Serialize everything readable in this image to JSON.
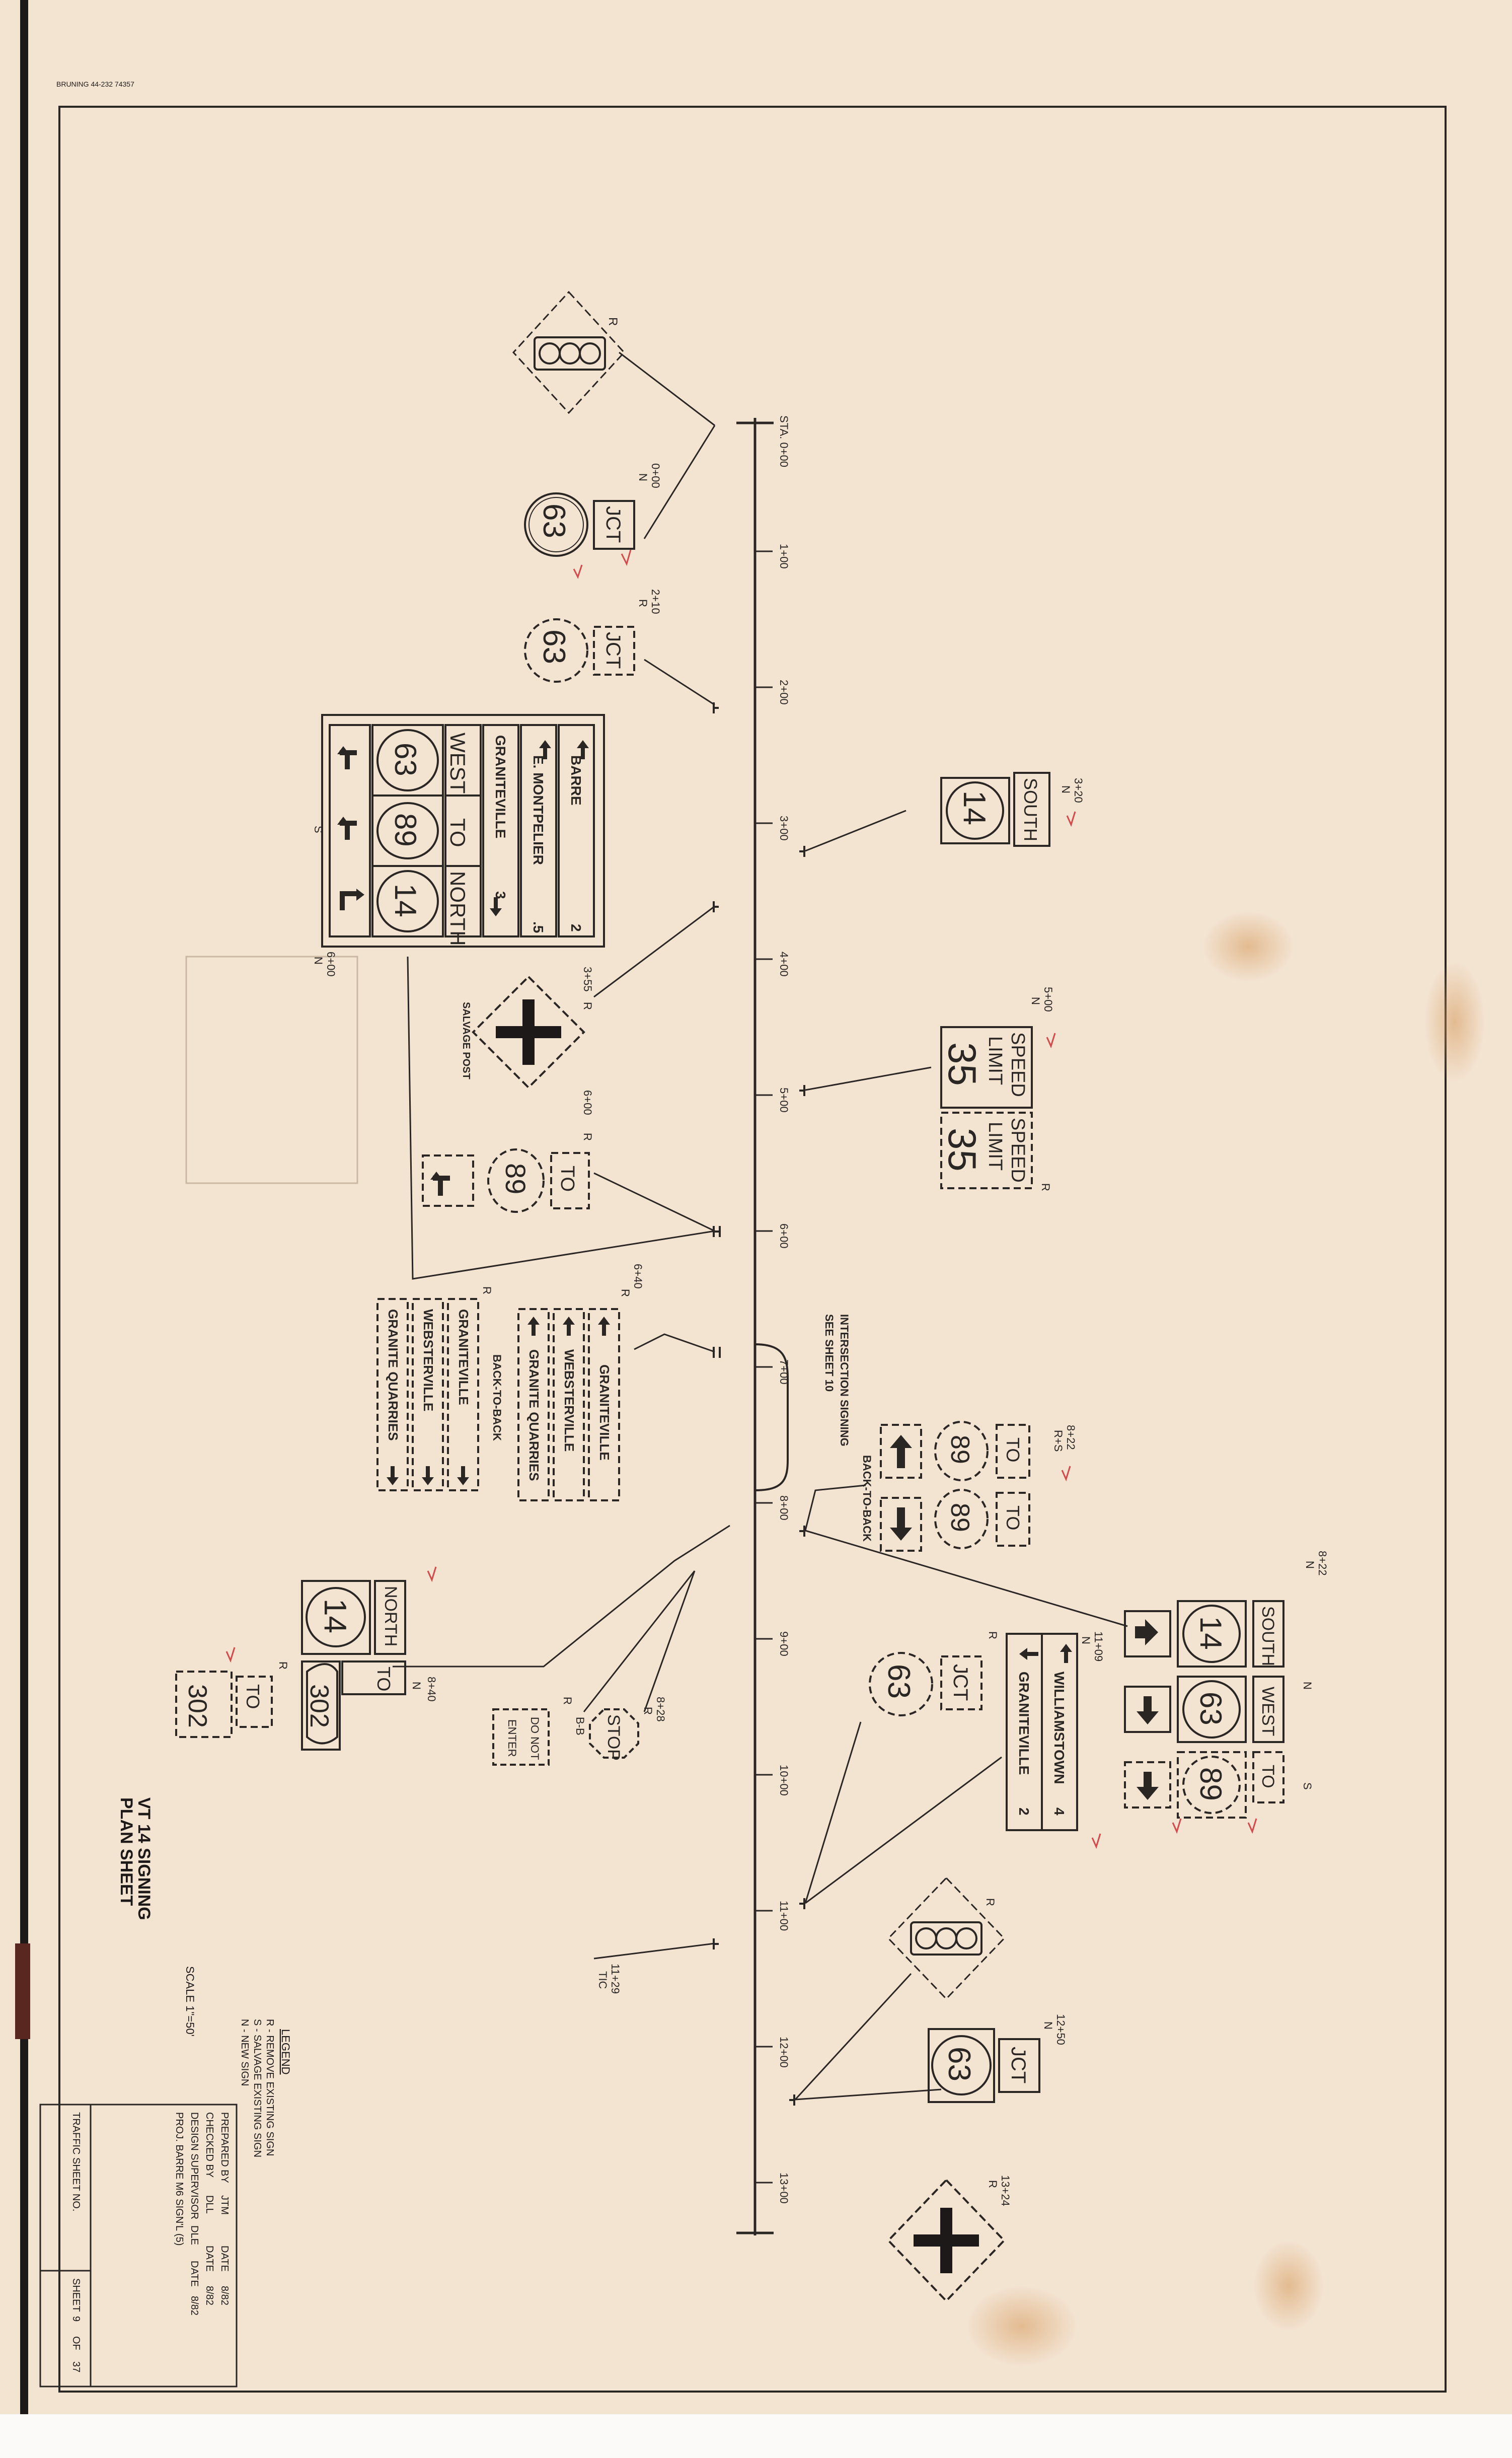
{
  "sheet": {
    "title_line1": "VT 14 SIGNING",
    "title_line2": "PLAN SHEET",
    "bruning": "BRUNING 44-232 74357",
    "scale": "SCALE 1\"=50'",
    "legend": {
      "heading": "LEGEND",
      "r": "R - REMOVE EXISTING SIGN",
      "s": "S - SALVAGE EXISTING SIGN",
      "n": "N - NEW SIGN"
    },
    "block": {
      "prepared": "PREPARED BY",
      "prepared_by": "JTM",
      "checked": "CHECKED BY",
      "checked_by": "DLL",
      "design_supervisor": "DESIGN SUPERVISOR",
      "supervisor": "DLE",
      "date": "DATE",
      "date_value": "8/82",
      "project": "PROJ. BARRE M6 SIGN'L (5)",
      "traffic_sheet": "TRAFFIC SHEET NO.",
      "sheet_label": "SHEET",
      "sheet_num": "9",
      "of_label": "OF",
      "sheet_total": "37"
    }
  },
  "stations": [
    "STA. 0+00",
    "1+00",
    "2+00",
    "3+00",
    "4+00",
    "5+00",
    "6+00",
    "7+00",
    "8+00",
    "9+00",
    "10+00",
    "11+00",
    "12+00",
    "13+00"
  ],
  "notes": {
    "intersection_1": "INTERSECTION SIGNING",
    "intersection_2": "SEE SHEET 10",
    "back_to_back": "BACK-TO-BACK",
    "salvage_post": "SALVAGE POST",
    "tic": "TIC"
  },
  "sign_words": {
    "jct": "JCT",
    "to": "TO",
    "south": "SOUTH",
    "north": "NORTH",
    "west": "WEST",
    "speed": "SPEED",
    "limit": "LIMIT",
    "stop": "STOP",
    "do_not": "DO NOT",
    "enter": "ENTER",
    "barre": "BARRE",
    "e_montpelier": "E. MONTPELIER",
    "graniteville": "GRANITEVILLE",
    "websterville": "WEBSTERVILLE",
    "granite_quarries": "GRANITE QUARRIES",
    "williamstown": "WILLIAMSTOWN"
  },
  "routes": {
    "r63": "63",
    "r89": "89",
    "r14": "14",
    "r302": "302",
    "speed": "35"
  },
  "distances": {
    "barre": "2",
    "e_montpelier": ".5",
    "graniteville_3": "3",
    "williamstown": "4",
    "graniteville_2": "2"
  },
  "codes": {
    "n": "N",
    "r": "R",
    "s": "S",
    "rs": "R+S",
    "bb": "B-B",
    "st_0": "0+00",
    "st_210": "2+10",
    "st_320": "3+20",
    "st_355": "3+55",
    "st_500": "5+00",
    "st_600": "6+00",
    "st_640": "6+40",
    "st_822": "8+22",
    "st_840": "8+40",
    "st_828": "8+28",
    "st_1109": "11+09",
    "st_1129": "11+29",
    "st_1250": "12+50",
    "st_1324": "13+24"
  }
}
